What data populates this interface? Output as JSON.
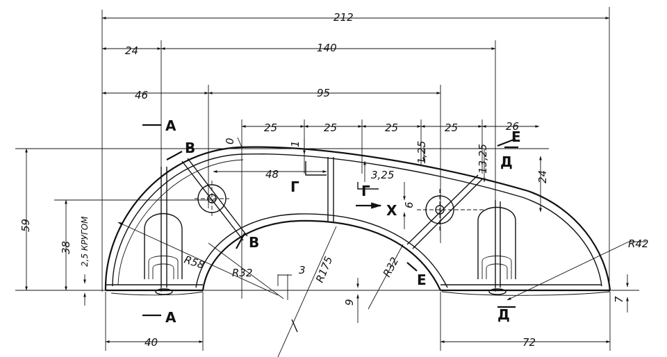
{
  "drawing": {
    "dimensions": {
      "overall": "212",
      "d24": "24",
      "d140": "140",
      "d46": "46",
      "d95": "95",
      "d25a": "25",
      "d25b": "25",
      "d25c": "25",
      "d25d": "25",
      "d26": "26",
      "d0": "0",
      "d1": "1",
      "d48": "48",
      "d325": "3,25",
      "d125": "1,25",
      "d1325": "13,25",
      "d24v": "24",
      "d6": "6",
      "d59": "59",
      "d38": "38",
      "d25kr": "2,5 КРУГОМ",
      "r58": "R58",
      "r32a": "R32",
      "r32b": "R32",
      "r175": "R175",
      "r42": "R42",
      "d3": "3",
      "d9": "9",
      "d7": "7",
      "d40": "40",
      "d72": "72"
    },
    "sections": {
      "a_top": "А",
      "a_bottom": "А",
      "b_top": "В",
      "b_bottom": "В",
      "g_left": "Г",
      "g_right": "Г",
      "d_top": "Д",
      "d_bottom": "Д",
      "e_top": "Е",
      "e_bottom": "Е",
      "x_view": "Х"
    }
  }
}
